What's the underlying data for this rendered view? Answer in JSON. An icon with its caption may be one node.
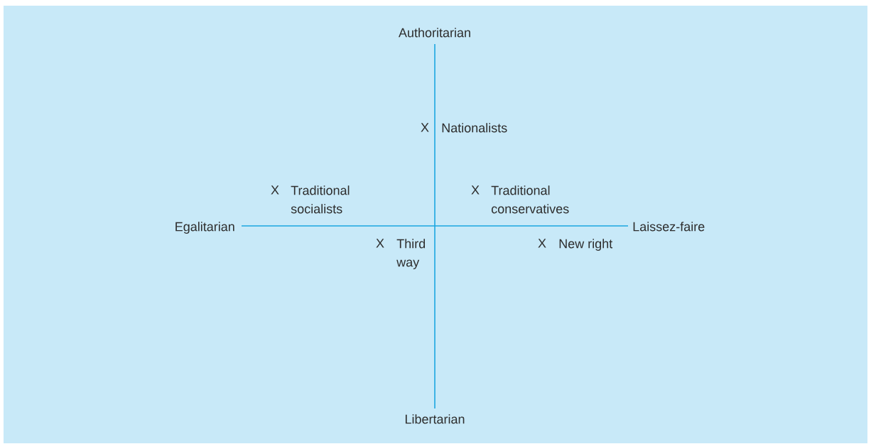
{
  "diagram": {
    "labels": [
      "Authoritarian",
      "X",
      "Nationalists",
      "X",
      "Traditional socialists",
      "X",
      "Traditional conservatives",
      "Egalitarian",
      "Laissez-faire",
      "X",
      "Third way",
      "X",
      "New right",
      "Libertarian"
    ]
  }
}
